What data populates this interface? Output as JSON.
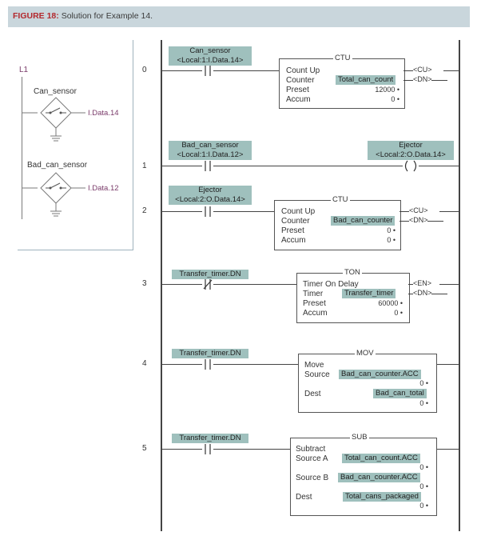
{
  "figure": {
    "label": "FIGURE 18:",
    "caption": "Solution for Example 14."
  },
  "field": {
    "rail_label": "L1",
    "inputs": [
      {
        "name": "Can_sensor",
        "tag": "I.Data.14"
      },
      {
        "name": "Bad_can_sensor",
        "tag": "I.Data.12"
      }
    ]
  },
  "rungs": [
    {
      "number": "0",
      "contact": {
        "name": "Can_sensor",
        "address": "<Local:1:I.Data.14>",
        "type": "XIC"
      },
      "block": {
        "type": "CTU",
        "rows": [
          "Count Up",
          "Counter",
          "Preset",
          "Accum"
        ],
        "counter": "Total_can_count",
        "preset": "12000",
        "accum": "0"
      },
      "outputs": [
        "CU",
        "DN"
      ]
    },
    {
      "number": "1",
      "contact": {
        "name": "Bad_can_sensor",
        "address": "<Local:1:I.Data.12>",
        "type": "XIC"
      },
      "coil": {
        "name": "Ejector",
        "address": "<Local:2:O.Data.14>"
      }
    },
    {
      "number": "2",
      "contact": {
        "name": "Ejector",
        "address": "<Local:2:O.Data.14>",
        "type": "XIC"
      },
      "block": {
        "type": "CTU",
        "rows": [
          "Count Up",
          "Counter",
          "Preset",
          "Accum"
        ],
        "counter": "Bad_can_counter",
        "preset": "0",
        "accum": "0"
      },
      "outputs": [
        "CU",
        "DN"
      ]
    },
    {
      "number": "3",
      "contact": {
        "name": "Transfer_timer.DN",
        "type": "XIO"
      },
      "block": {
        "type": "TON",
        "rows": [
          "Timer On Delay",
          "Timer",
          "Preset",
          "Accum"
        ],
        "timer": "Transfer_timer",
        "preset": "60000",
        "accum": "0"
      },
      "outputs": [
        "EN",
        "DN"
      ]
    },
    {
      "number": "4",
      "contact": {
        "name": "Transfer_timer.DN",
        "type": "XIC"
      },
      "block": {
        "type": "MOV",
        "rows": [
          "Move",
          "Source",
          "Dest"
        ],
        "source": "Bad_can_counter.ACC",
        "source_val": "0",
        "dest": "Bad_can_total",
        "dest_val": "0"
      }
    },
    {
      "number": "5",
      "contact": {
        "name": "Transfer_timer.DN",
        "type": "XIC"
      },
      "block": {
        "type": "SUB",
        "rows": [
          "Subtract",
          "Source A",
          "Source B",
          "Dest"
        ],
        "source_a": "Total_can_count.ACC",
        "source_a_val": "0",
        "source_b": "Bad_can_counter.ACC",
        "source_b_val": "0",
        "dest": "Total_cans_packaged",
        "dest_val": "0"
      }
    }
  ],
  "colors": {
    "highlight": "#9fc0bd",
    "title_bar": "#c9d6dc",
    "accent": "#b3282d",
    "tag_text": "#7a3b6a"
  }
}
